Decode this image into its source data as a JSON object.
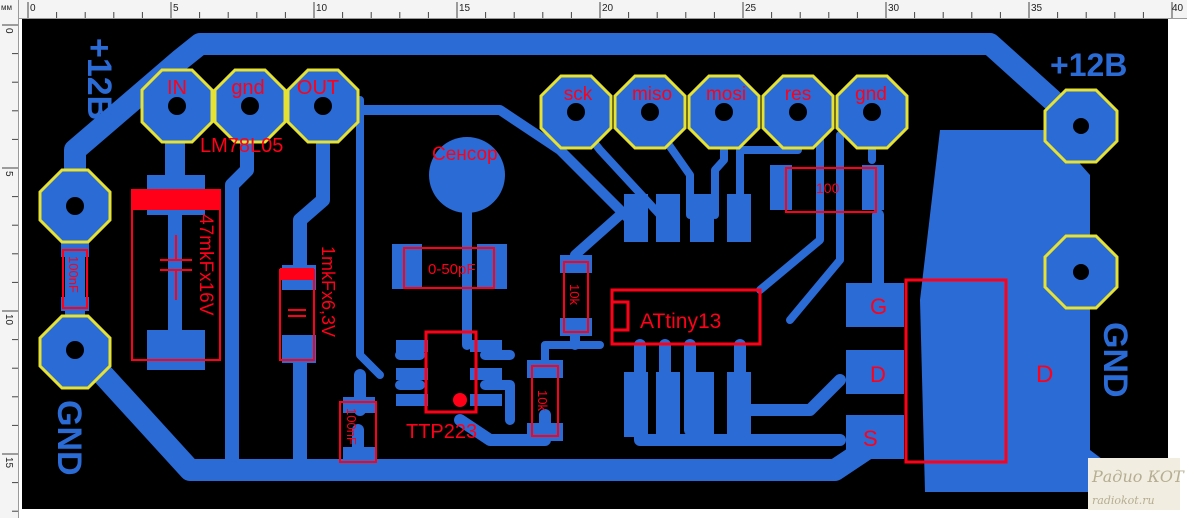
{
  "ruler": {
    "unit": "мм",
    "top_labels": [
      "0",
      "5",
      "10",
      "15",
      "20",
      "25",
      "30",
      "35",
      "40"
    ],
    "left_labels": [
      "0",
      "5",
      "10",
      "15"
    ]
  },
  "power_left": {
    "plus_label": "+12В",
    "gnd_label": "GND"
  },
  "power_right": {
    "plus_label": "+12В",
    "gnd_label": "GND"
  },
  "regulator": {
    "pins": [
      "IN",
      "gnd",
      "OUT"
    ],
    "part": "LM78L05"
  },
  "isp_header": {
    "pins": [
      "sck",
      "miso",
      "mosi",
      "res",
      "gnd"
    ]
  },
  "sensor_label": "Сенсор",
  "components": {
    "cap_electro_big": "47mkFx16V",
    "cap_electro_small": "1mkFx6,3V",
    "cap_left": "100nF",
    "cap_bottom": "100nF",
    "cap_sens": "0-50pF",
    "res_top": "100",
    "res_mid": "10k",
    "res_low": "10k",
    "ic_touch": "TTP223",
    "ic_mcu": "ATtiny13"
  },
  "mosfet": {
    "pins": [
      "G",
      "D",
      "S"
    ],
    "tab": "D"
  },
  "watermark": {
    "title": "Радио КОТ",
    "url": "radiokot.ru"
  },
  "colors": {
    "board": "#000000",
    "copper": "#2a6bd6",
    "pad_outline": "#e6e233",
    "silkscreen": "#ff0018"
  }
}
